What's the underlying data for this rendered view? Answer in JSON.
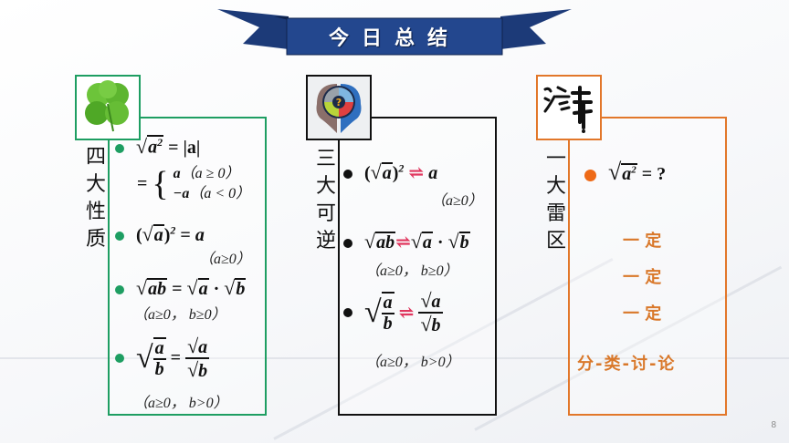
{
  "banner": {
    "title": "今日总结"
  },
  "colors": {
    "banner_blue": "#1f3f7f",
    "green": "#1e9e62",
    "black": "#111111",
    "orange": "#e2772a",
    "arrow_red": "#e0365e"
  },
  "panel_properties": {
    "title_chars": [
      "四",
      "大",
      "性",
      "质"
    ],
    "icon": "four-leaf-clover-icon",
    "items": [
      {
        "formula": "√a² = |a|",
        "cases": [
          "a（a ≥ 0）",
          "−a（a < 0）"
        ]
      },
      {
        "formula": "(√a)² = a",
        "condition": "（a≥0）"
      },
      {
        "formula": "√ab = √a · √b",
        "condition": "（a≥0，  b≥0）"
      },
      {
        "formula": "√(a/b) = √a / √b",
        "condition": "（a≥0，  b>0）"
      }
    ]
  },
  "panel_reversible": {
    "title_chars": [
      "三",
      "大",
      "可",
      "逆"
    ],
    "icon": "puzzle-heads-icon",
    "items": [
      {
        "formula": "(√a)² ⇌ a",
        "condition": "（a≥0）"
      },
      {
        "formula": "√ab ⇌ √a · √b",
        "condition": "（a≥0，  b≥0）"
      },
      {
        "formula": "√(a/b) ⇌ √a / √b",
        "condition": "（a≥0，  b>0）"
      }
    ]
  },
  "panel_minefield": {
    "title_chars": [
      "一",
      "大",
      "雷",
      "区"
    ],
    "icon": "calligraphy-jing-icon",
    "question": "√a² = ?",
    "lines": [
      "一 定",
      "一 定",
      "一 定"
    ],
    "footer": "分-类-讨-论"
  },
  "page_number": "8"
}
